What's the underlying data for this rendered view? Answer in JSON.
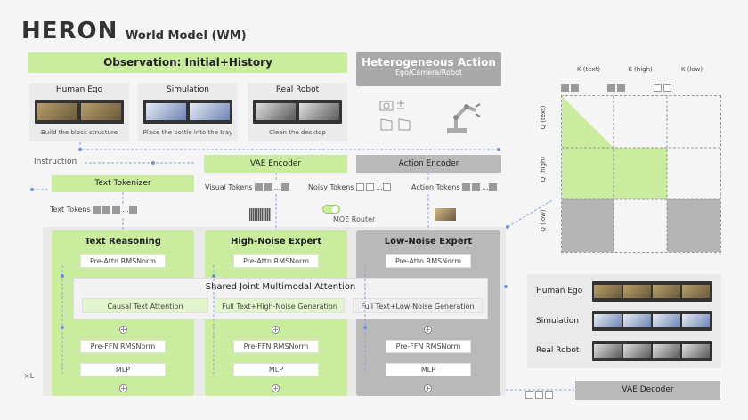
{
  "brand": "HERON",
  "subtitle": "World Model (WM)",
  "observation": {
    "title": "Observation: Initial+History",
    "sources": [
      {
        "label": "Human Ego",
        "caption": "Build the block structure"
      },
      {
        "label": "Simulation",
        "caption": "Place the bottle into the tray"
      },
      {
        "label": "Real Robot",
        "caption": "Clean the desktop"
      }
    ]
  },
  "action": {
    "title": "Heterogeneous Action",
    "sub": "Ego/Camera/Robot"
  },
  "instruction": "Instruction",
  "vae_encoder": "VAE Encoder",
  "action_encoder": "Action Encoder",
  "text_tokenizer": "Text Tokenizer",
  "tokens": {
    "visual": "Visual Tokens",
    "noisy": "Noisy Tokens",
    "action": "Action Tokens",
    "text": "Text Tokens",
    "ellipsis": "..."
  },
  "moe_router": "MOE Router",
  "experts": {
    "text": {
      "title": "Text Reasoning"
    },
    "high": {
      "title": "High-Noise Expert"
    },
    "low": {
      "title": "Low-Noise Expert"
    }
  },
  "layers": {
    "pre_attn": "Pre-Attn RMSNorm",
    "pre_ffn": "Pre-FFN RMSNorm",
    "mlp": "MLP"
  },
  "shared_attention": {
    "title": "Shared Joint Multimodal Attention",
    "causal": "Causal Text Attention",
    "full_high": "Full Text+High-Noise Generation",
    "full_low": "Full Text+Low-Noise Generation"
  },
  "side_marker": "×L",
  "matrix": {
    "col_labels": [
      "K (text)",
      "K (high)",
      "K (low)"
    ],
    "row_labels": [
      "Q (text)",
      "Q (high)",
      "Q (low)"
    ]
  },
  "outputs": [
    "Human Ego",
    "Simulation",
    "Real Robot"
  ],
  "vae_decoder": "VAE Decoder",
  "colors": {
    "green": "#c9ec9e",
    "light_green": "#e3f5cd",
    "grey": "#b9b9b9"
  }
}
